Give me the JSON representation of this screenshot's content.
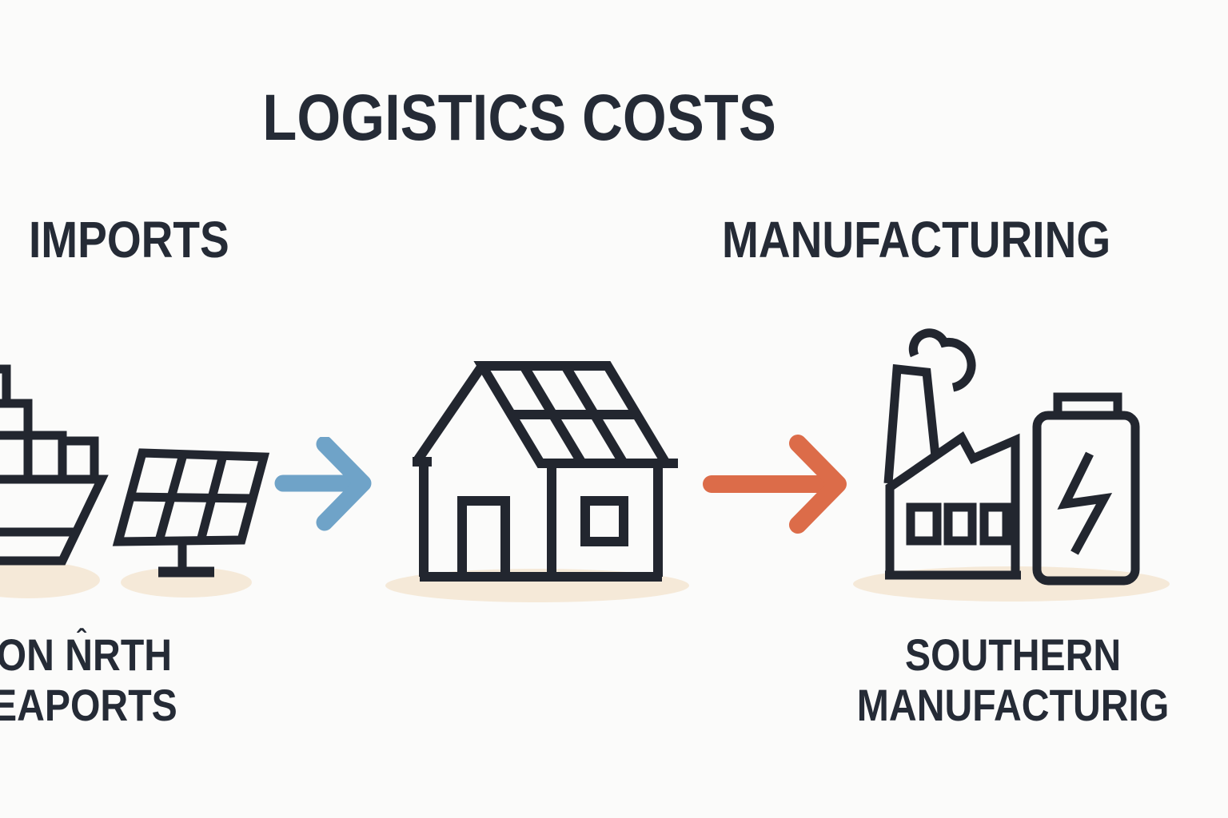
{
  "title": "LOGISTICS COSTS",
  "sections": {
    "imports": {
      "heading": "IMPORTS",
      "caption_line1": "ON NRTH",
      "caption_line2": "EAPORTS",
      "accent_mark": "ˆ",
      "icons": [
        "cargo-ship-icon",
        "solar-panel-icon"
      ]
    },
    "manufacturing": {
      "heading": "MANUFACTURING",
      "caption_line1": "SOUTHERN",
      "caption_line2": "MANUFACTURIG",
      "icons": [
        "factory-icon",
        "battery-icon"
      ]
    },
    "center": {
      "icons": [
        "solar-house-icon"
      ]
    }
  },
  "flow": [
    {
      "from": "imports",
      "arrow": "blue-arrow-icon",
      "to": "solar-house"
    },
    {
      "from": "solar-house",
      "arrow": "orange-arrow-icon",
      "to": "manufacturing"
    }
  ],
  "colors": {
    "ink": "#252b36",
    "icon": "#22262f",
    "blue": "#6fa3c8",
    "orange": "#dc6c49",
    "shadow": "#f5e9d8",
    "bg": "#fbfbfa"
  }
}
